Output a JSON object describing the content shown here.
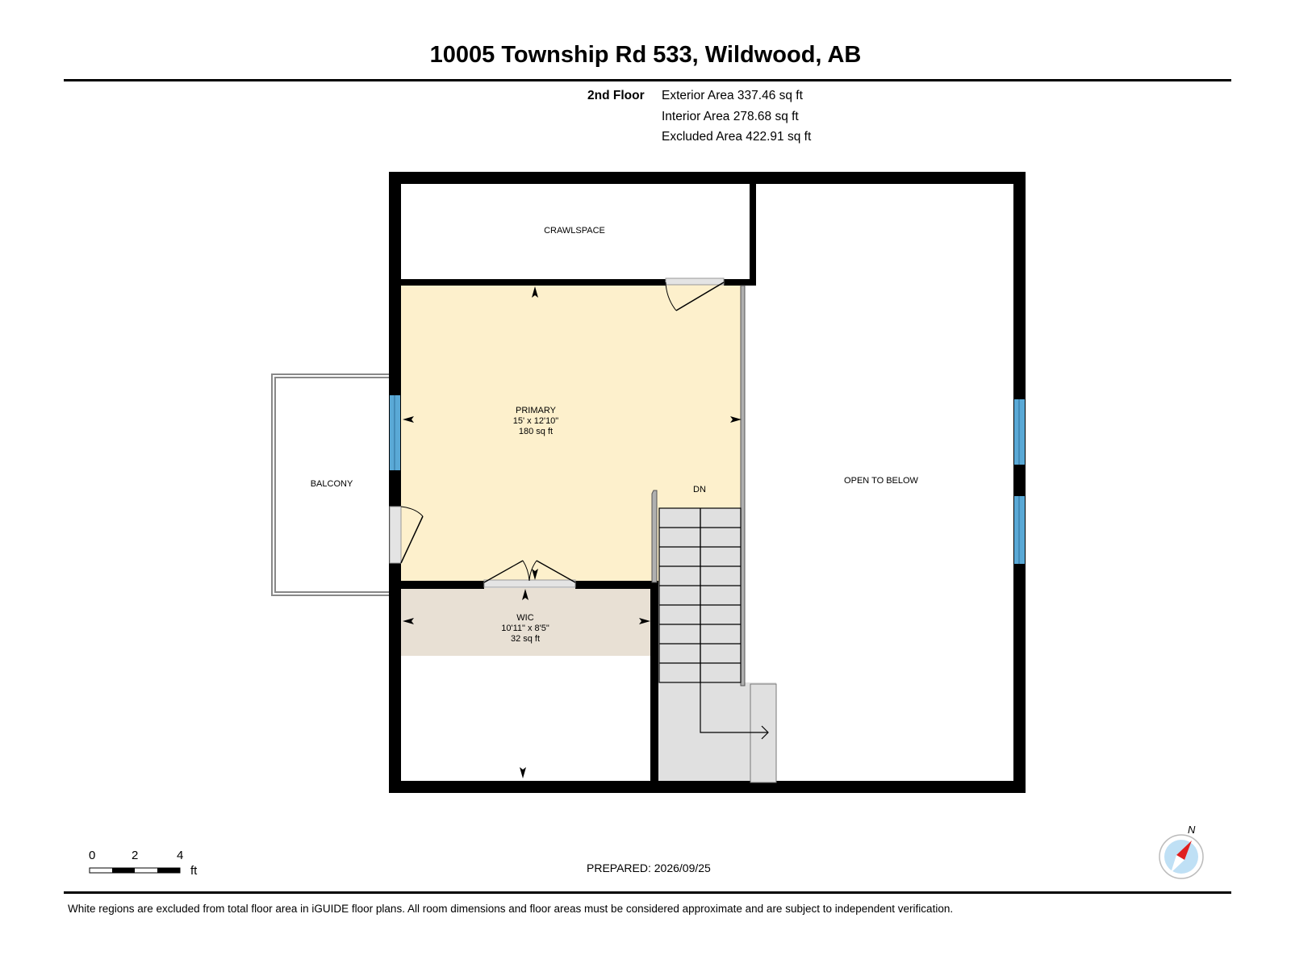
{
  "header": {
    "title": "10005 Township Rd 533, Wildwood, AB"
  },
  "summary": {
    "floor": "2nd Floor",
    "exterior_area": "Exterior Area 337.46 sq ft",
    "interior_area": "Interior Area 278.68 sq ft",
    "excluded_area": "Excluded Area 422.91 sq ft"
  },
  "rooms": {
    "crawlspace": {
      "name": "CRAWLSPACE"
    },
    "primary": {
      "name": "PRIMARY",
      "dims": "15' x 12'10\"",
      "area": "180 sq ft"
    },
    "balcony": {
      "name": "BALCONY"
    },
    "stairs": {
      "label": "DN"
    },
    "open": {
      "name": "OPEN TO BELOW"
    },
    "wic": {
      "name": "WIC",
      "dims": "10'11\" x 8'5\"",
      "area": "32 sq ft"
    }
  },
  "scale": {
    "ticks": [
      "0",
      "2",
      "4"
    ],
    "unit": "ft"
  },
  "compass": {
    "label": "N"
  },
  "footer": {
    "prepared": "PREPARED: 2026/09/25",
    "disclaimer": "White regions are excluded from total floor area in iGUIDE floor plans. All room dimensions and floor areas must be considered approximate and are subject to independent verification."
  },
  "colors": {
    "primary_fill": "#fdf0cc",
    "wic_fill": "#e8e0d4",
    "stair_fill": "#e0e0e0",
    "window": "#5aa9d6",
    "wall": "#000000",
    "compass_red": "#e02020",
    "compass_blue": "#bfe0f5"
  }
}
